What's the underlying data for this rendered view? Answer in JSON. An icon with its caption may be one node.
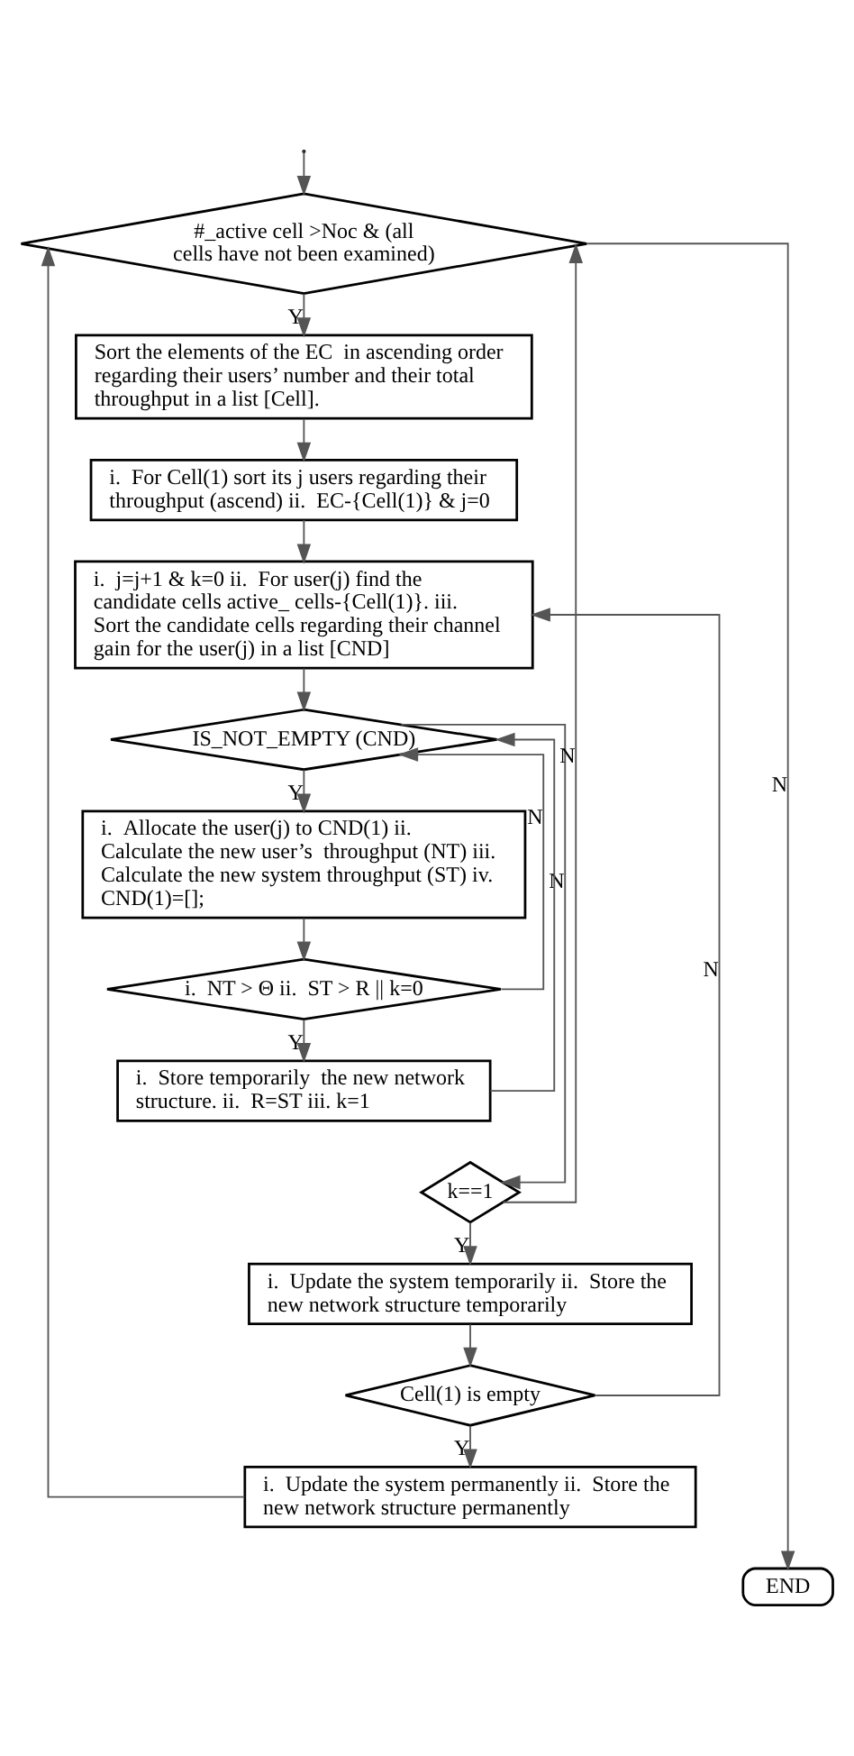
{
  "diagram": {
    "nodes": [
      {
        "text": [
          "#_active cell >Noc & (all cells have not been examined)"
        ]
      },
      {
        "text": [
          "Sort the elements of the EC  in ascending order regarding their users’ number and their total throughput in a list [Cell]."
        ]
      },
      {
        "text": [
          "i.  For Cell(1) sort its j users regarding their throughput (ascend) ii.  EC-{Cell(1)} & j=0"
        ]
      },
      {
        "text": [
          "i.  j=j+1 & k=0 ii.  For user(j) find the candidate cells active_ cells-{Cell(1)}. iii.  Sort the candidate cells regarding their channel gain for the user(j) in a list [CND]"
        ]
      },
      {
        "text": [
          "IS_NOT_EMPTY (CND)"
        ]
      },
      {
        "text": [
          "i.  Allocate the user(j) to CND(1) ii.  Calculate the new user’s  throughput (NT) iii.  Calculate the new system throughput (ST) iv.  CND(1)=[];"
        ]
      },
      {
        "text": [
          "i.  NT > Θ ii.  ST > R || k=0"
        ]
      },
      {
        "text": [
          "i.  Store temporarily  the new network structure. ii.  R=ST iii. k=1"
        ]
      },
      {
        "text": [
          "k==1"
        ]
      },
      {
        "text": [
          "i.  Update the system temporarily ii.  Store the new network structure temporarily"
        ]
      },
      {
        "text": [
          "Cell(1) is empty"
        ]
      },
      {
        "text": [
          "i.  Update the system permanently ii.  Store the new network structure permanently"
        ]
      },
      {
        "text": [
          "END"
        ]
      }
    ],
    "edges": [
      {
        "from": null,
        "to": 0,
        "arrow": "to"
      },
      {
        "from": 0,
        "to": 1,
        "arrow": "to",
        "label": "Y"
      },
      {
        "from": 1,
        "to": 2,
        "arrow": "to"
      },
      {
        "from": 2,
        "to": 3,
        "arrow": "to"
      },
      {
        "from": 3,
        "to": 4,
        "arrow": "to"
      },
      {
        "from": 4,
        "to": 5,
        "arrow": "to",
        "label": "Y"
      },
      {
        "from": 4,
        "to": 8,
        "arrow": "to",
        "label": "N"
      },
      {
        "from": 5,
        "to": 6,
        "arrow": "to"
      },
      {
        "from": 6,
        "to": 4,
        "arrow": "to",
        "label": "N"
      },
      {
        "from": 6,
        "to": 7,
        "arrow": "to",
        "label": "Y"
      },
      {
        "from": 7,
        "to": 4,
        "arrow": "to"
      },
      {
        "from": 8,
        "to": 9,
        "arrow": "to",
        "label": "Y"
      },
      {
        "from": 8,
        "to": 0,
        "arrow": "to",
        "label": "N"
      },
      {
        "from": 9,
        "to": 10,
        "arrow": "to"
      },
      {
        "from": 10,
        "to": 3,
        "arrow": "to",
        "label": "N"
      },
      {
        "from": 10,
        "to": 11,
        "arrow": "to",
        "label": "Y"
      },
      {
        "from": 11,
        "to": 0,
        "arrow": "to"
      },
      {
        "from": 0,
        "to": 12,
        "arrow": "to",
        "label": "N"
      }
    ]
  }
}
